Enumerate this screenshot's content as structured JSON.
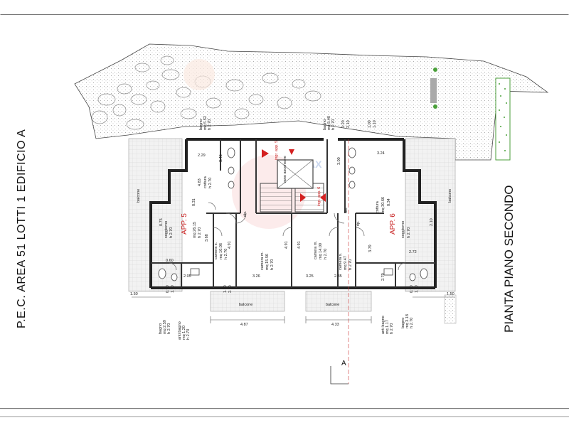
{
  "sheet": {
    "title_left": "P.E.C. AREA 51 LOTTI 1 EDIFICIO A",
    "title_right": "PIANTA PIANO SECONDO",
    "section_marker": "A",
    "watermark": "RE/MAX"
  },
  "labels": {
    "balcone": "balcone",
    "cottura": "cottura",
    "dis": "dis.",
    "rip": "rip.",
    "h270": "h 2.70",
    "vano_ascensore": "vano ascensore",
    "app5": "APP. 5",
    "app6": "APP. 6",
    "app5_entrance": "ingr. app. 5",
    "app6_entrance": "ingr. app. 6",
    "app5_soggiorno": "soggiorno",
    "app5_soggiorno_area": "mq 26.15",
    "app6_soggiorno": "soggiorno",
    "app6_soggiorno_area": "mq 30.66",
    "camera_s_l": "camera s.",
    "camera_s_l_area": "mq 10.06",
    "camera_m_l": "camera m.",
    "camera_m_l_area": "mq 15.56",
    "camera_m_r": "camera m.",
    "camera_m_r_area": "mq 14.00",
    "camera_s_r": "camera s.",
    "camera_s_r_area": "mq 9.47",
    "bagno_top_l": "bagno",
    "bagno_top_l_area": "mq 5.52",
    "bagno_top_r": "bagno",
    "bagno_top_r_area": "mq 5.40",
    "bagno_bot_l": "bagno",
    "bagno_bot_l_area": "mq 2.59",
    "antibagno_l": "anti bagno",
    "antibagno_l_area": "mq 1.20",
    "bagno_bot_r": "bagno",
    "bagno_bot_r_area": "mq 3.18",
    "antibagno_r": "anti bagno",
    "antibagno_r_area": "mq 1.17"
  },
  "dimensions": {
    "d_229": "2.29",
    "d_324": "3.24",
    "d_345": "3.45",
    "d_300": "3.00",
    "d_483": "4.83",
    "d_831": "8.31",
    "d_834": "8.34",
    "d_368": "3.68",
    "d_491a": "4.91",
    "d_491b": "4.91",
    "d_491c": "4.91",
    "d_379": "3.79",
    "d_205": "2.05",
    "d_326": "3.26",
    "d_325": "3.25",
    "d_285": "2.85",
    "d_272": "2.72",
    "d_487": "4.87",
    "d_433": "4.33",
    "d_150a": "1.50",
    "d_150b": "1.50",
    "d_090a": "0.90",
    "d_110a": "1.10",
    "d_120": "1.20",
    "d_210": "2.10",
    "d_090b": "0.90",
    "d_110b": "1.10",
    "d_100": "1.00",
    "d_110c": "1.10",
    "d_120b": "1.20",
    "d_210b": "2.10",
    "d_060": "0.60",
    "d_270": "2.70",
    "d_075": "0.75",
    "d_210c": "2.10"
  }
}
